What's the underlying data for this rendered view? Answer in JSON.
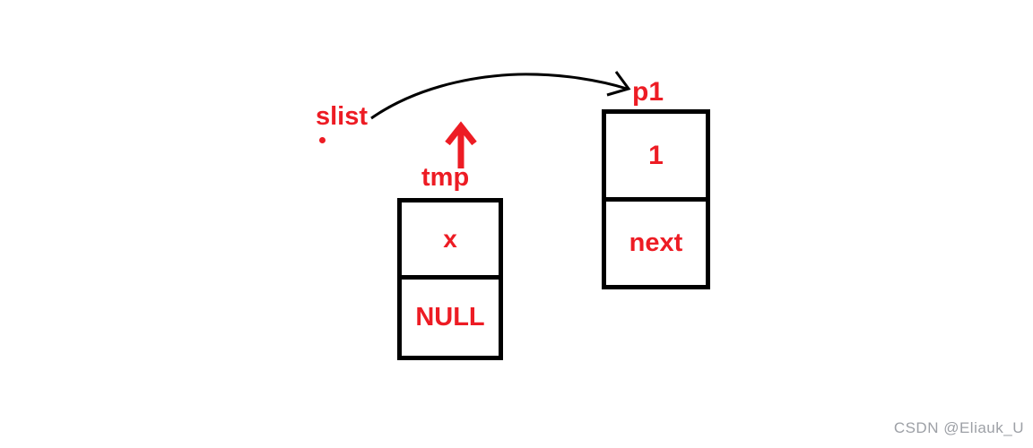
{
  "diagram": {
    "title_hint": "singly linked list pointer diagram",
    "labels": {
      "slist": "slist",
      "tmp": "tmp",
      "p1": "p1"
    },
    "nodes": {
      "tmp_node": {
        "data": "x",
        "next": "NULL"
      },
      "p1_node": {
        "data": "1",
        "next": "next"
      }
    },
    "colors": {
      "accent_red": "#ed1c24",
      "line_black": "#000000",
      "watermark_gray": "#9da0a6",
      "background": "#ffffff"
    }
  },
  "watermark": {
    "text": "CSDN @Eliauk_U"
  }
}
